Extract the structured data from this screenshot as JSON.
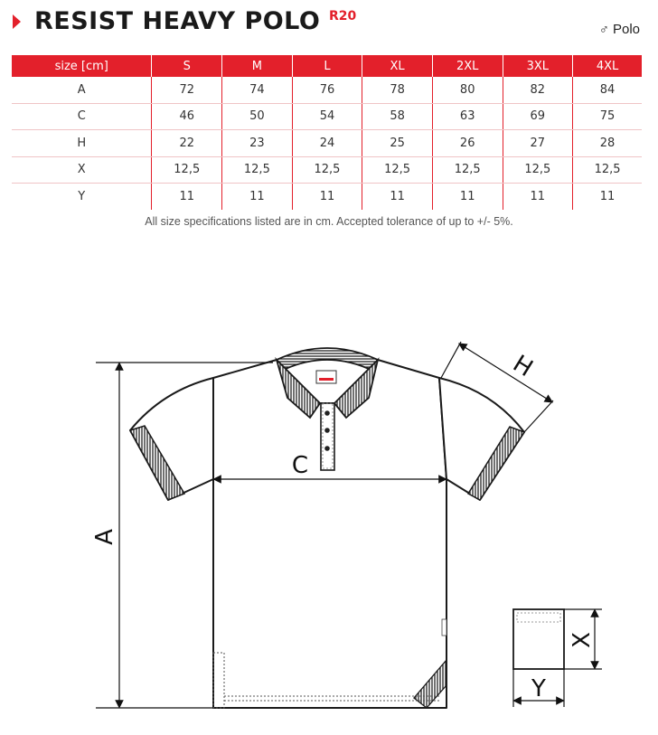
{
  "header": {
    "title": "RESIST HEAVY POLO",
    "code": "R20",
    "gender_symbol": "♂",
    "gender_label": "Polo",
    "accent_color": "#e3202b"
  },
  "size_table": {
    "corner_label": "size [cm]",
    "sizes": [
      "S",
      "M",
      "L",
      "XL",
      "2XL",
      "3XL",
      "4XL"
    ],
    "rows": [
      {
        "label": "A",
        "values": [
          "72",
          "74",
          "76",
          "78",
          "80",
          "82",
          "84"
        ]
      },
      {
        "label": "C",
        "values": [
          "46",
          "50",
          "54",
          "58",
          "63",
          "69",
          "75"
        ]
      },
      {
        "label": "H",
        "values": [
          "22",
          "23",
          "24",
          "25",
          "26",
          "27",
          "28"
        ]
      },
      {
        "label": "X",
        "values": [
          "12,5",
          "12,5",
          "12,5",
          "12,5",
          "12,5",
          "12,5",
          "12,5"
        ]
      },
      {
        "label": "Y",
        "values": [
          "11",
          "11",
          "11",
          "11",
          "11",
          "11",
          "11"
        ]
      }
    ]
  },
  "note": "All size specifications listed are in cm. Accepted tolerance of up to +/- 5%.",
  "diagram": {
    "label_a": "A",
    "label_c": "C",
    "label_h": "H",
    "label_x": "X",
    "label_y": "Y"
  }
}
